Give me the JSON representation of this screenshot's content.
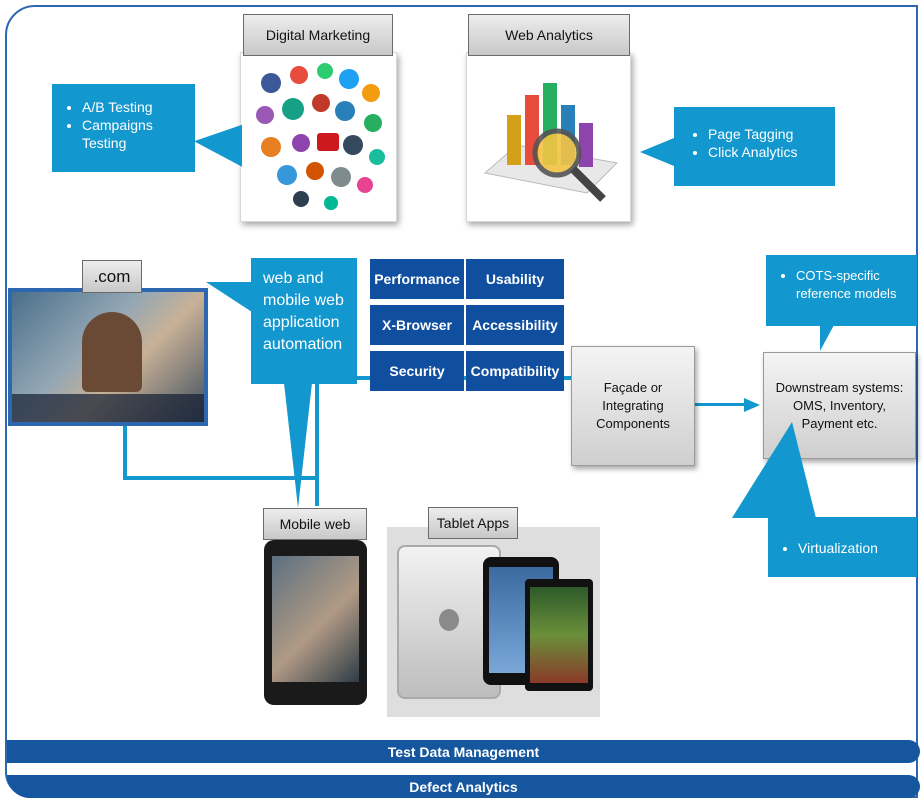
{
  "top": {
    "digital_marketing": "Digital Marketing",
    "web_analytics": "Web Analytics"
  },
  "callouts": {
    "marketing": [
      "A/B Testing",
      "Campaigns Testing"
    ],
    "analytics": [
      "Page Tagging",
      "Click Analytics"
    ],
    "automation": "web and mobile web application automation",
    "cots": "COTS-specific reference models",
    "virtualization": "Virtualization"
  },
  "channels": {
    "dotcom": ".com",
    "mobile_web": "Mobile web",
    "tablet_apps": "Tablet Apps"
  },
  "qualities": [
    "Performance",
    "Usability",
    "X-Browser",
    "Accessibility",
    "Security",
    "Compatibility"
  ],
  "components": {
    "facade": "Façade or Integrating Components",
    "downstream": "Downstream systems: OMS, Inventory, Payment etc."
  },
  "bars": {
    "test_data": "Test Data Management",
    "defect": "Defect Analytics"
  },
  "colors": {
    "frame": "#2c67b0",
    "callout": "#1297cf",
    "quality_box": "#104ea0",
    "bar": "#15569f"
  }
}
